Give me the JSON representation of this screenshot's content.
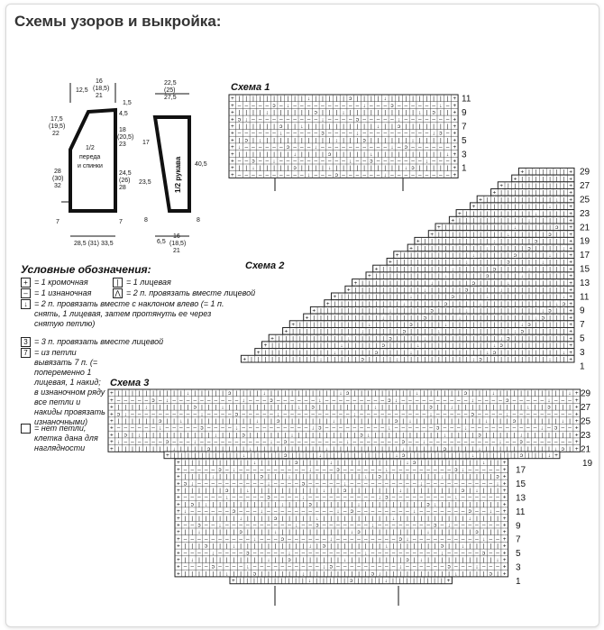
{
  "page_title": "Схемы узоров и выкройка:",
  "pattern_front": {
    "top_left": "12,5",
    "top_neck": "16\n(18,5)\n21",
    "top_right": "1,5",
    "shoulder_right": "4,5",
    "left_upper": "17,5\n(19,5)\n22",
    "left_mid": "28\n(30)\n32",
    "left_bottom": "7",
    "right_upper": "18\n(20,5)\n23",
    "right_mid": "24,5\n(26)\n28",
    "right_bottom": "7",
    "label": "1/2\nпереда\nи спинки",
    "bottom": "28,5 (31) 33,5"
  },
  "pattern_sleeve": {
    "top": "22,5\n(25)\n27,5",
    "left_upper": "17",
    "left_mid": "23,5",
    "left_bottom": "8",
    "right_upper": "40,5",
    "right_bottom": "8",
    "label": "1/2 рукава",
    "bottom_left": "6,5",
    "bottom": "16\n(18,5)\n21"
  },
  "legend": {
    "title": "Условные обозначения:",
    "items": [
      {
        "symbol": "+",
        "text": "= 1 кромочная"
      },
      {
        "symbol": "|",
        "text": "= 1 лицевая"
      },
      {
        "symbol": "–",
        "text": "= 1 изнаночная"
      },
      {
        "symbol": "⋀",
        "text": "= 2 п. провязать вместе лицевой"
      },
      {
        "symbol": "↓",
        "text": "= 2 п. провязать вместе с наклоном влево (= 1 п. снять, 1 лицевая, затем протянуть ее через снятую петлю)"
      },
      {
        "symbol": "3",
        "text": "= 3 п. провязать вместе лицевой"
      },
      {
        "symbol": "7",
        "text": "= из петли вывязать 7 п. (= попеременно 1 лицевая, 1 накид; в изнаночном ряду все петли и накиды провязать изнаночными)"
      },
      {
        "symbol": "",
        "text": "= нет петли, клетка дана для наглядности"
      }
    ]
  },
  "charts": [
    {
      "title": "Схема 1",
      "rows": [
        "11",
        "9",
        "7",
        "5",
        "3",
        "1"
      ]
    },
    {
      "title": "Схема 2",
      "rows": [
        "29",
        "27",
        "25",
        "23",
        "21",
        "19",
        "17",
        "15",
        "13",
        "11",
        "9",
        "7",
        "5",
        "3",
        "1"
      ]
    },
    {
      "title": "Схема 3",
      "rows": [
        "29",
        "27",
        "25",
        "23",
        "21",
        "19",
        "17",
        "15",
        "13",
        "11",
        "9",
        "7",
        "5",
        "3",
        "1"
      ]
    }
  ],
  "colors": {
    "ink": "#1a1a1a",
    "grid": "#222222",
    "title": "#333333"
  }
}
